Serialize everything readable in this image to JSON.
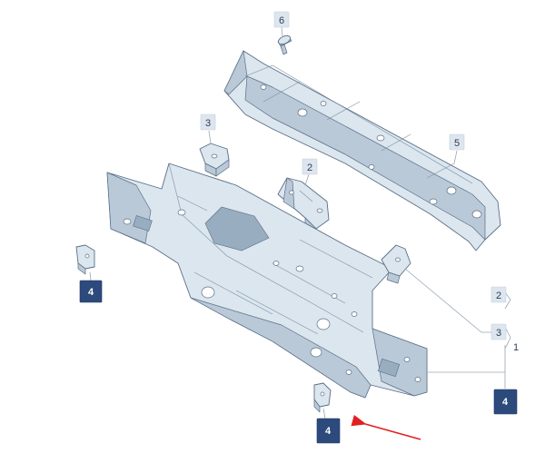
{
  "callouts": {
    "c6": "6",
    "c3_top": "3",
    "c2_top": "2",
    "c5": "5",
    "c4_left": "4",
    "c2_right": "2",
    "c3_right": "3",
    "c1": "1",
    "c4_right": "4",
    "c4_bottom": "4"
  },
  "colors": {
    "part_fill": "#dbe6ef",
    "outline": "#5a6e84",
    "callout_light": "#dde5ee",
    "callout_dark": "#2d4a7c",
    "arrow": "#e02020"
  },
  "icons": {
    "arrow": "red-arrow-icon"
  }
}
